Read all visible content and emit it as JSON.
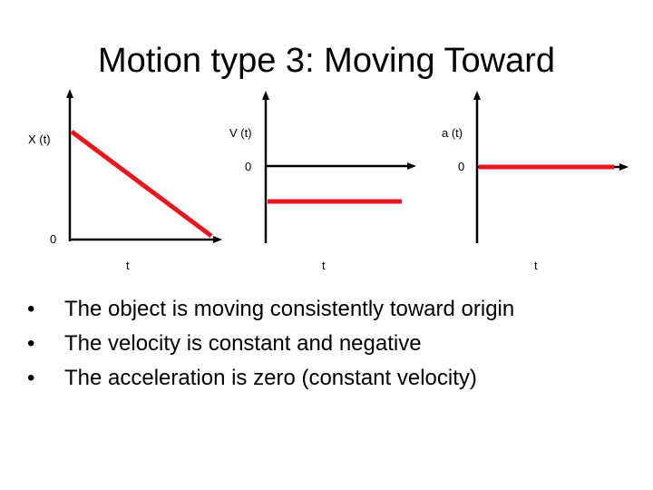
{
  "slide": {
    "title": "Motion type 3: Moving Toward"
  },
  "graphs": {
    "position": {
      "y_label": "X (t)",
      "origin_label": "0",
      "x_label": "t"
    },
    "velocity": {
      "y_label": "V (t)",
      "origin_label": "0",
      "x_label": "t"
    },
    "acceleration": {
      "y_label": "a (t)",
      "origin_label": "0",
      "x_label": "t"
    },
    "line_color": "#e8161d",
    "axis_color": "#000000"
  },
  "bullets": {
    "marker": "•",
    "items": [
      "The object is moving consistently toward origin",
      "The velocity is constant and negative",
      "The acceleration is zero (constant velocity)"
    ]
  }
}
